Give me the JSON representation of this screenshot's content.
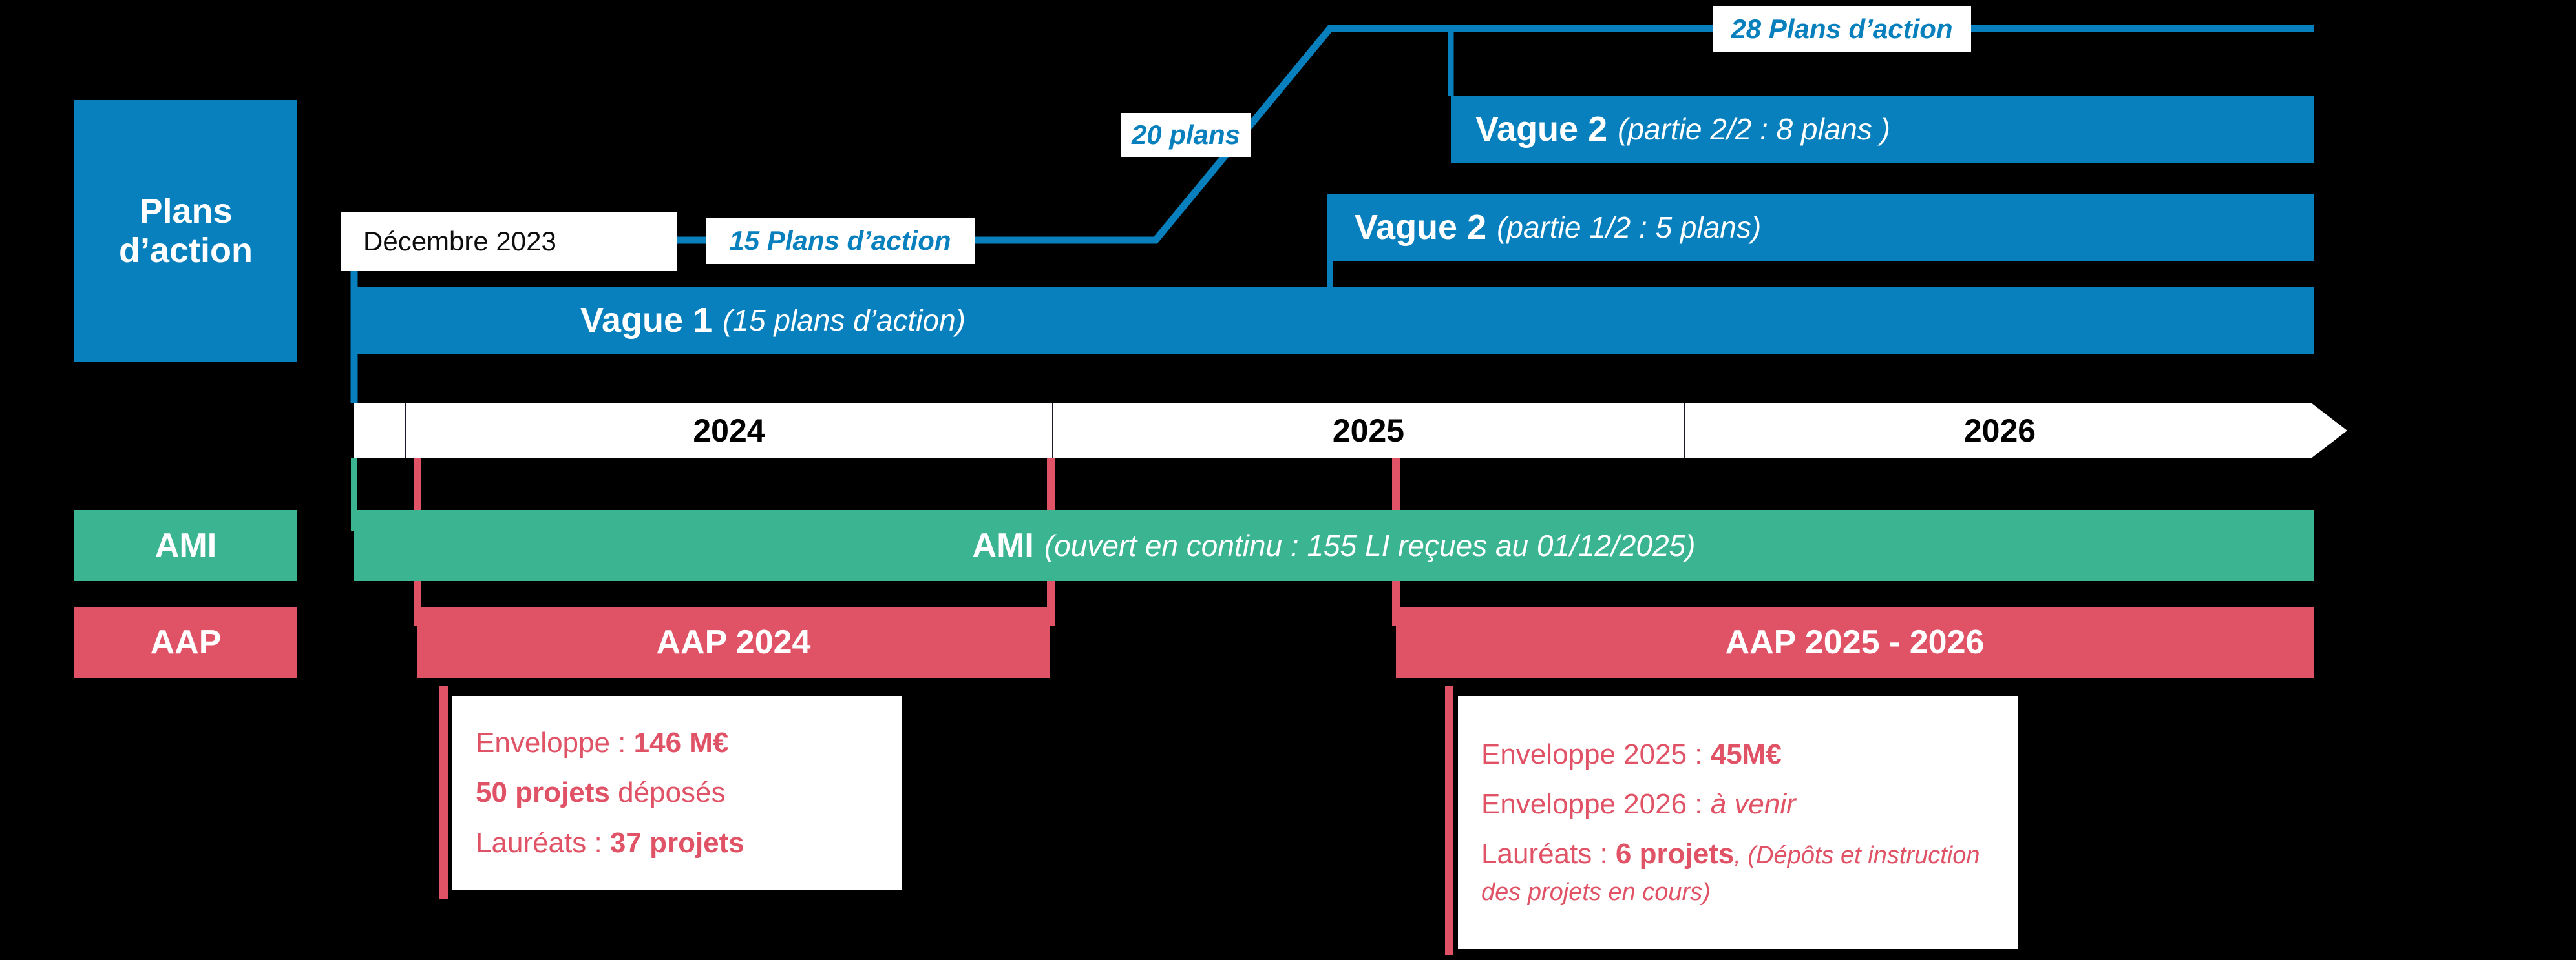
{
  "rows": {
    "plans_label": "Plans\nd’action",
    "plans_label_l1": "Plans",
    "plans_label_l2": "d’action",
    "ami_label": "AMI",
    "aap_label": "AAP"
  },
  "colors": {
    "blue": "#0780bd",
    "green": "#3bb492",
    "red": "#e05265",
    "white": "#ffffff",
    "background": "#000000"
  },
  "timeline": {
    "years": [
      "2024",
      "2025",
      "2026"
    ]
  },
  "milestones": {
    "date_tag": "Décembre 2023",
    "count_15": "15 Plans d’action",
    "count_20": "20 plans",
    "count_28": "28 Plans d’action"
  },
  "bars": {
    "vague1": {
      "title": "Vague 1",
      "detail": "(15 plans d’action)"
    },
    "vague2_part1": {
      "title": "Vague 2",
      "detail": "(partie 1/2 : 5 plans)"
    },
    "vague2_part2": {
      "title": "Vague 2",
      "detail": "(partie 2/2 : 8 plans )"
    },
    "ami": {
      "title": "AMI",
      "detail": "(ouvert en continu : 155 LI  reçues au 01/12/2025)"
    },
    "aap_2024": {
      "title": "AAP 2024"
    },
    "aap_2025_2026": {
      "title": "AAP 2025 - 2026"
    }
  },
  "panels": {
    "aap2024": {
      "line1_label": "Enveloppe : ",
      "line1_value": "146 M€",
      "line2_value": "50 projets",
      "line2_label": " déposés",
      "line3_label": "Lauréats : ",
      "line3_value": "37 projets"
    },
    "aap2025": {
      "line1_label": "Enveloppe 2025 : ",
      "line1_value": "45M€",
      "line2_label": "Enveloppe 2026 : ",
      "line2_value": "à venir",
      "line3_label": "Lauréats : ",
      "line3_value": "6 projets",
      "line3_note": ", (Dépôts et instruction des projets en cours)"
    }
  },
  "chart_data": {
    "type": "timeline",
    "title": "Plans d’action / AMI / AAP — calendrier 2024-2026",
    "axis": {
      "categories": [
        "2024",
        "2025",
        "2026"
      ]
    },
    "tracks": [
      {
        "name": "Plans d’action",
        "color": "#0780bd",
        "items": [
          {
            "label": "Vague 1 (15 plans d’action)",
            "start": "2024",
            "end": "2026",
            "count": 15
          },
          {
            "label": "Vague 2 (partie 1/2 : 5 plans)",
            "start": "2025",
            "end": "2026",
            "count": 5
          },
          {
            "label": "Vague 2 (partie 2/2 : 8 plans )",
            "start": "2025",
            "end": "2026",
            "count": 8
          }
        ]
      },
      {
        "name": "AMI",
        "color": "#3bb492",
        "items": [
          {
            "label": "AMI (ouvert en continu : 155 LI reçues au 01/12/2025)",
            "start": "2024",
            "end": "2026",
            "count": 155
          }
        ]
      },
      {
        "name": "AAP",
        "color": "#e05265",
        "items": [
          {
            "label": "AAP 2024",
            "start": "2024",
            "end": "2024",
            "enveloppe_meur": 146,
            "projets_deposes": 50,
            "laureats": 37
          },
          {
            "label": "AAP 2025 - 2026",
            "start": "2025",
            "end": "2026",
            "enveloppe_2025_meur": 45,
            "enveloppe_2026_meur": null,
            "laureats": 6
          }
        ]
      }
    ],
    "cumulative_plans": [
      {
        "milestone": "Décembre 2023",
        "value": 15,
        "label": "15 Plans d’action"
      },
      {
        "milestone": "2025",
        "value": 20,
        "label": "20 plans"
      },
      {
        "milestone": "2026",
        "value": 28,
        "label": "28 Plans d’action"
      }
    ]
  }
}
